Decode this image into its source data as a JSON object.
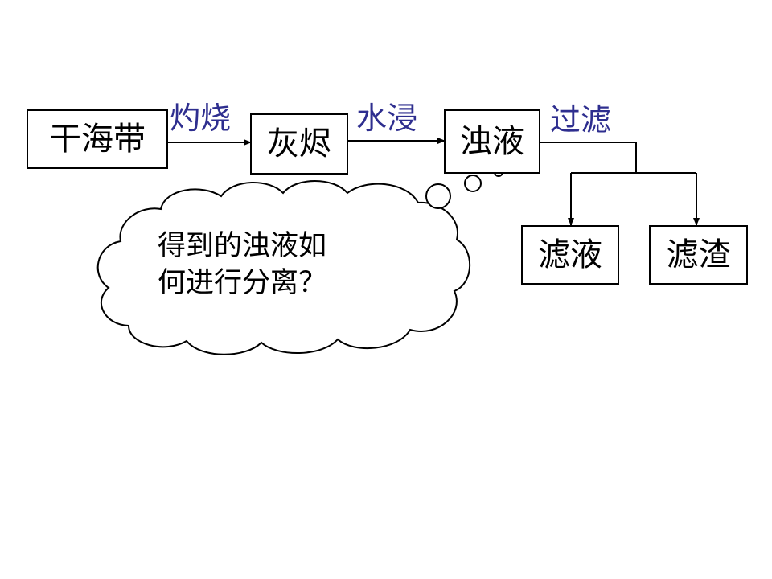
{
  "nodes": {
    "seaweed": "干海带",
    "ash": "灰烬",
    "turbid": "浊液",
    "filtrate": "滤液",
    "residue": "滤渣"
  },
  "steps": {
    "burn": "灼烧",
    "soak": "水浸",
    "filter": "过滤"
  },
  "thought": {
    "line1": "得到的浊液如",
    "line2": "何进行分离？"
  },
  "colors": {
    "step_text": "#2e2e8f",
    "line": "#000000"
  }
}
